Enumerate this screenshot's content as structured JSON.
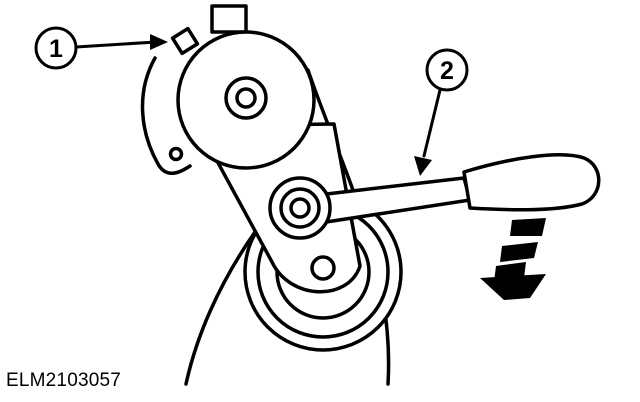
{
  "callouts": [
    {
      "label": "1"
    },
    {
      "label": "2"
    }
  ],
  "figure_code": "ELM2103057",
  "colors": {
    "ink": "#000000",
    "paper": "#ffffff"
  }
}
